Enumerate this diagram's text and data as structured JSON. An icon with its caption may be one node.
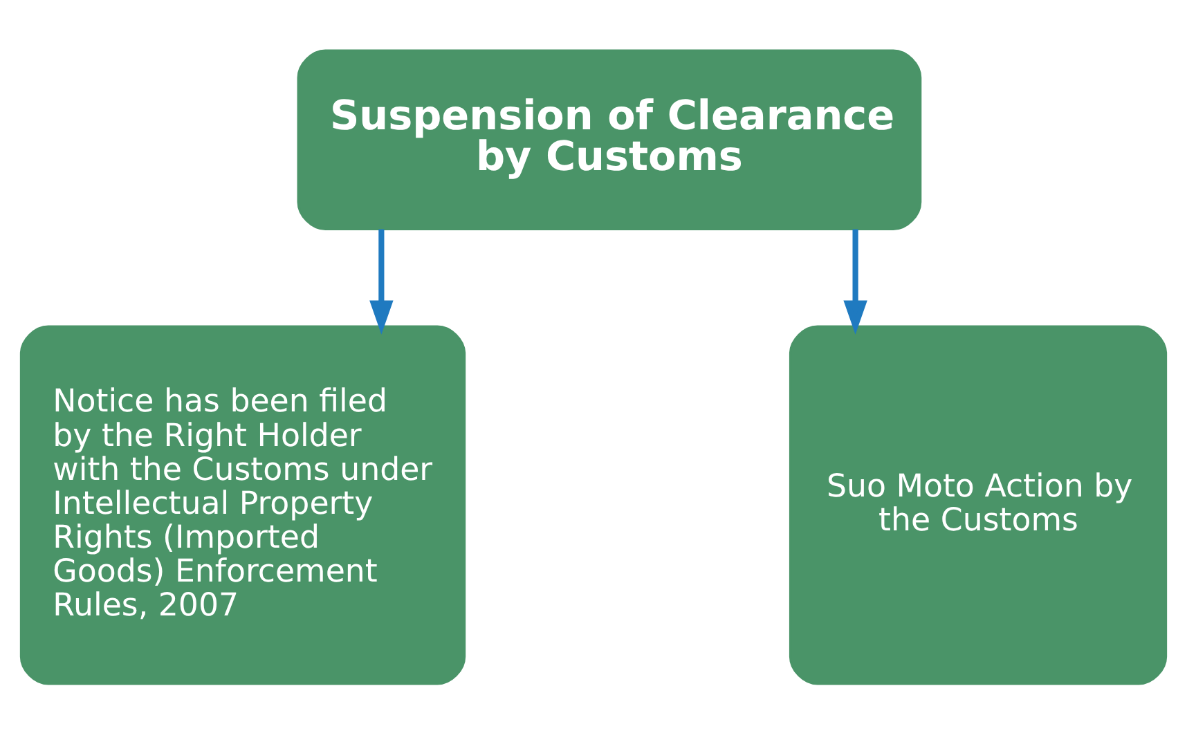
{
  "diagram": {
    "nodes": [
      {
        "text": [
          "Suspension of Clearance by Customs"
        ]
      },
      {
        "text": [
          "Notice has been filed by the Right Holder with the Customs under Intellectual Property Rights (Imported Goods) Enforcement Rules, 2007"
        ]
      },
      {
        "text": [
          "Suo Moto Action by the Customs"
        ]
      }
    ],
    "edges": [
      {
        "from": 0,
        "to": 1,
        "arrow": "to"
      },
      {
        "from": 0,
        "to": 2,
        "arrow": "to"
      }
    ]
  }
}
